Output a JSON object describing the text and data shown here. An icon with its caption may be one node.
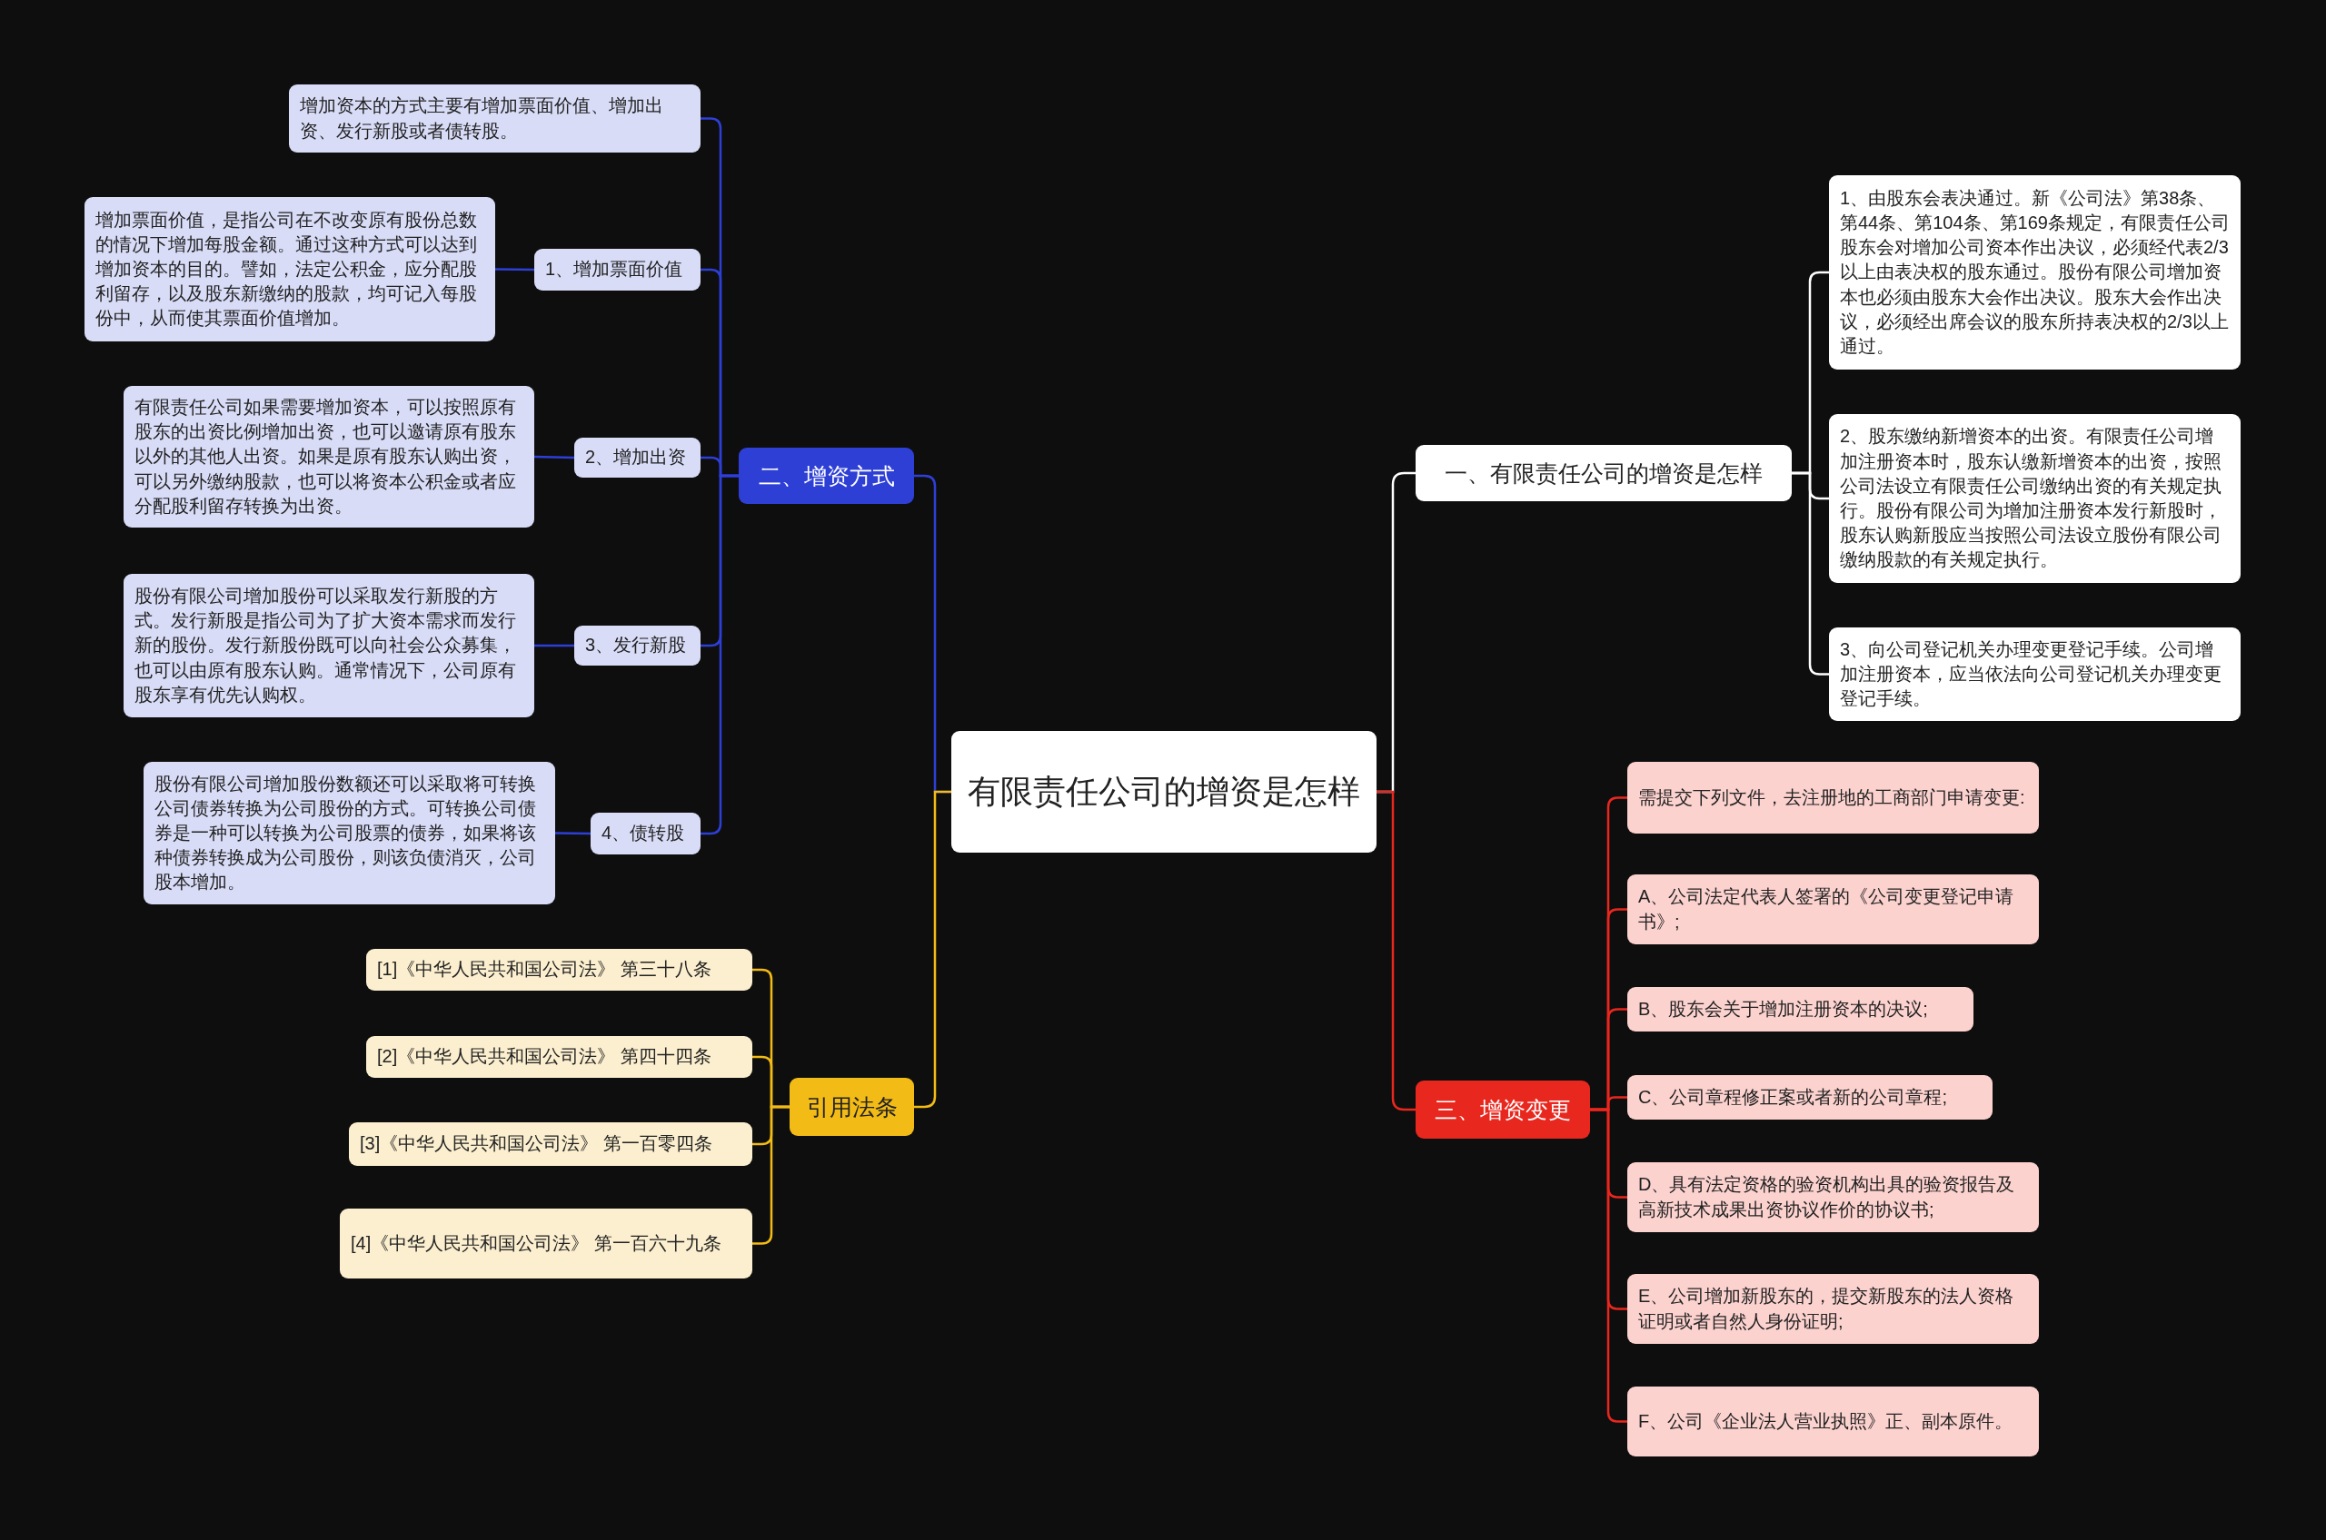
{
  "diagram": {
    "nodes": [
      {
        "text": [
          "有限责任公司的增资是怎样"
        ]
      },
      {
        "text": [
          "二、增资方式"
        ]
      },
      {
        "text": [
          "增加资本的方式主要有增加票面价值、增加出资、发行新股或者债转股。"
        ]
      },
      {
        "text": [
          "1、增加票面价值"
        ]
      },
      {
        "text": [
          "增加票面价值，是指公司在不改变原有股份总数的情况下增加每股金额。通过这种方式可以达到增加资本的目的。譬如，法定公积金，应分配股利留存，以及股东新缴纳的股款，均可记入每股份中，从而使其票面价值增加。"
        ]
      },
      {
        "text": [
          "2、增加出资"
        ]
      },
      {
        "text": [
          "有限责任公司如果需要增加资本，可以按照原有股东的出资比例增加出资，也可以邀请原有股东以外的其他人出资。如果是原有股东认购出资，可以另外缴纳股款，也可以将资本公积金或者应分配股利留存转换为出资。"
        ]
      },
      {
        "text": [
          "3、发行新股"
        ]
      },
      {
        "text": [
          "股份有限公司增加股份可以采取发行新股的方式。发行新股是指公司为了扩大资本需求而发行新的股份。发行新股份既可以向社会公众募集，也可以由原有股东认购。通常情况下，公司原有股东享有优先认购权。"
        ]
      },
      {
        "text": [
          "4、债转股"
        ]
      },
      {
        "text": [
          "股份有限公司增加股份数额还可以采取将可转换公司债券转换为公司股份的方式。可转换公司债券是一种可以转换为公司股票的债券，如果将该种债券转换成为公司股份，则该负债消灭，公司股本增加。"
        ]
      },
      {
        "text": [
          "引用法条"
        ]
      },
      {
        "text": [
          "[1]《中华人民共和国公司法》 第三十八条"
        ]
      },
      {
        "text": [
          "[2]《中华人民共和国公司法》 第四十四条"
        ]
      },
      {
        "text": [
          "[3]《中华人民共和国公司法》 第一百零四条"
        ]
      },
      {
        "text": [
          "[4]《中华人民共和国公司法》 第一百六十九条"
        ]
      },
      {
        "text": [
          "一、有限责任公司的增资是怎样"
        ]
      },
      {
        "text": [
          "1、由股东会表决通过。新《公司法》第38条、第44条、第104条、第169条规定，有限责任公司股东会对增加公司资本作出决议，必须经代表2/3以上由表决权的股东通过。股份有限公司增加资本也必须由股东大会作出决议。股东大会作出决议，必须经出席会议的股东所持表决权的2/3以上通过。"
        ]
      },
      {
        "text": [
          "2、股东缴纳新增资本的出资。有限责任公司增加注册资本时，股东认缴新增资本的出资，按照公司法设立有限责任公司缴纳出资的有关规定执行。股份有限公司为增加注册资本发行新股时，股东认购新股应当按照公司法设立股份有限公司缴纳股款的有关规定执行。"
        ]
      },
      {
        "text": [
          "3、向公司登记机关办理变更登记手续。公司增加注册资本，应当依法向公司登记机关办理变更登记手续。"
        ]
      },
      {
        "text": [
          "三、增资变更"
        ]
      },
      {
        "text": [
          "需提交下列文件，去注册地的工商部门申请变更:"
        ]
      },
      {
        "text": [
          "A、公司法定代表人签署的《公司变更登记申请书》;"
        ]
      },
      {
        "text": [
          "B、股东会关于增加注册资本的决议;"
        ]
      },
      {
        "text": [
          "C、公司章程修正案或者新的公司章程;"
        ]
      },
      {
        "text": [
          "D、具有法定资格的验资机构出具的验资报告及高新技术成果出资协议作价的协议书;"
        ]
      },
      {
        "text": [
          "E、公司增加新股东的，提交新股东的法人资格证明或者自然人身份证明;"
        ]
      },
      {
        "text": [
          "F、公司《企业法人营业执照》正、副本原件。"
        ]
      }
    ],
    "edges": [
      {
        "from": 0,
        "to": 1,
        "arrow": "none"
      },
      {
        "from": 1,
        "to": 2,
        "arrow": "none"
      },
      {
        "from": 1,
        "to": 3,
        "arrow": "none"
      },
      {
        "from": 3,
        "to": 4,
        "arrow": "none"
      },
      {
        "from": 1,
        "to": 5,
        "arrow": "none"
      },
      {
        "from": 5,
        "to": 6,
        "arrow": "none"
      },
      {
        "from": 1,
        "to": 7,
        "arrow": "none"
      },
      {
        "from": 7,
        "to": 8,
        "arrow": "none"
      },
      {
        "from": 1,
        "to": 9,
        "arrow": "none"
      },
      {
        "from": 9,
        "to": 10,
        "arrow": "none"
      },
      {
        "from": 0,
        "to": 11,
        "arrow": "none",
        "color": "#f2bb16"
      },
      {
        "from": 11,
        "to": 12,
        "arrow": "none",
        "color": "#f2bb16"
      },
      {
        "from": 11,
        "to": 13,
        "arrow": "none",
        "color": "#f2bb16"
      },
      {
        "from": 11,
        "to": 14,
        "arrow": "none",
        "color": "#f2bb16"
      },
      {
        "from": 11,
        "to": 15,
        "arrow": "none",
        "color": "#f2bb16"
      },
      {
        "from": 0,
        "to": 16,
        "arrow": "none",
        "color": "#ffffff"
      },
      {
        "from": 16,
        "to": 17,
        "arrow": "none",
        "color": "#ffffff"
      },
      {
        "from": 16,
        "to": 18,
        "arrow": "none",
        "color": "#ffffff"
      },
      {
        "from": 16,
        "to": 19,
        "arrow": "none",
        "color": "#ffffff"
      },
      {
        "from": 0,
        "to": 20,
        "arrow": "none",
        "color": "#e8271e"
      },
      {
        "from": 20,
        "to": 21,
        "arrow": "none",
        "color": "#e8271e"
      },
      {
        "from": 20,
        "to": 22,
        "arrow": "none",
        "color": "#e8271e"
      },
      {
        "from": 20,
        "to": 23,
        "arrow": "none",
        "color": "#e8271e"
      },
      {
        "from": 20,
        "to": 24,
        "arrow": "none",
        "color": "#e8271e"
      },
      {
        "from": 20,
        "to": 25,
        "arrow": "none",
        "color": "#e8271e"
      },
      {
        "from": 20,
        "to": 26,
        "arrow": "none",
        "color": "#e8271e"
      },
      {
        "from": 20,
        "to": 27,
        "arrow": "none",
        "color": "#e8271e"
      }
    ]
  }
}
